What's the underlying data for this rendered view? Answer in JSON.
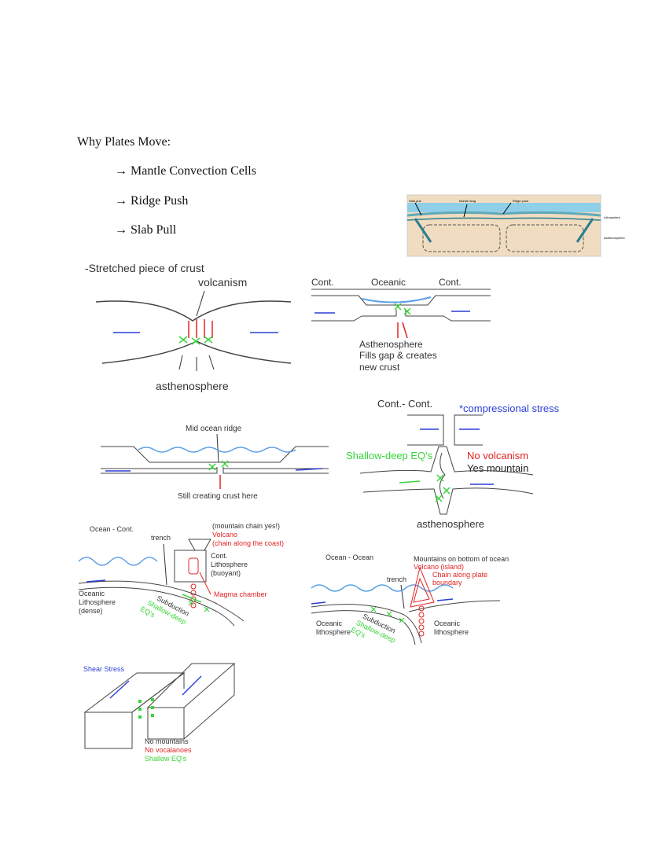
{
  "heading": "Why Plates Move:",
  "bullets": [
    "→ Mantle Convection Cells",
    "→ Ridge Push",
    "→ Slab Pull"
  ],
  "colors": {
    "blue": "#2b3fd6",
    "red": "#e22424",
    "green": "#37d43a",
    "water": "#5aa0e6",
    "black": "#333333"
  },
  "inset": {
    "slab_pull": "Slab pull",
    "mantle_drag": "Mantle drag",
    "ridge_push": "Ridge push",
    "lithosphere": "Lithosphere",
    "asthenosphere": "Asthenosphere"
  },
  "stretched": {
    "title": "-Stretched piece of crust",
    "volcanism": "volcanism",
    "asthenosphere": "asthenosphere"
  },
  "rift": {
    "cont_left": "Cont.",
    "oceanic": "Oceanic",
    "cont_right": "Cont.",
    "caption": [
      "Asthenosphere",
      "Fills gap & creates",
      "new crust"
    ]
  },
  "ridge": {
    "title": "Mid ocean ridge",
    "caption": "Still creating crust here"
  },
  "cc": {
    "title": "Cont.- Cont.",
    "stress": "*compressional stress",
    "eqs": "Shallow-deep EQ's",
    "no_volcanism": "No volcanism",
    "yes_mountain": "Yes mountain",
    "asthenosphere": "asthenosphere"
  },
  "oc": {
    "title": "Ocean - Cont.",
    "mountain": "(mountain chain yes!)",
    "volcano": "Volcano",
    "chain": "(chain along the coast)",
    "trench": "trench",
    "cont_litho": [
      "Cont.",
      "Lithosphere",
      "(buoyant)"
    ],
    "magma": "Magma chamber",
    "oceanic_litho": [
      "Oceanic",
      "Lithosphere",
      "(dense)"
    ],
    "subduction": "Subduction",
    "shallow": "Shallow-deep",
    "eqs": "EQ's"
  },
  "oo": {
    "title": "Ocean - Ocean",
    "mountains": "Mountains on bottom of ocean",
    "volcano": "Volcano (island)",
    "chain": [
      "Chain along plate",
      "boundary"
    ],
    "trench": "trench",
    "oceanic_left": [
      "Oceanic",
      "lithosphere"
    ],
    "subduction": "Subduction",
    "shallow": "Shallow-deep",
    "eqs": "EQ's",
    "oceanic_right": [
      "Oceanic",
      "lithosphere"
    ]
  },
  "shear": {
    "title": "Shear Stress",
    "no_mountains": "No mountains",
    "no_volcanoes": "No vocalanoes",
    "eqs": "Shallow EQ's"
  }
}
